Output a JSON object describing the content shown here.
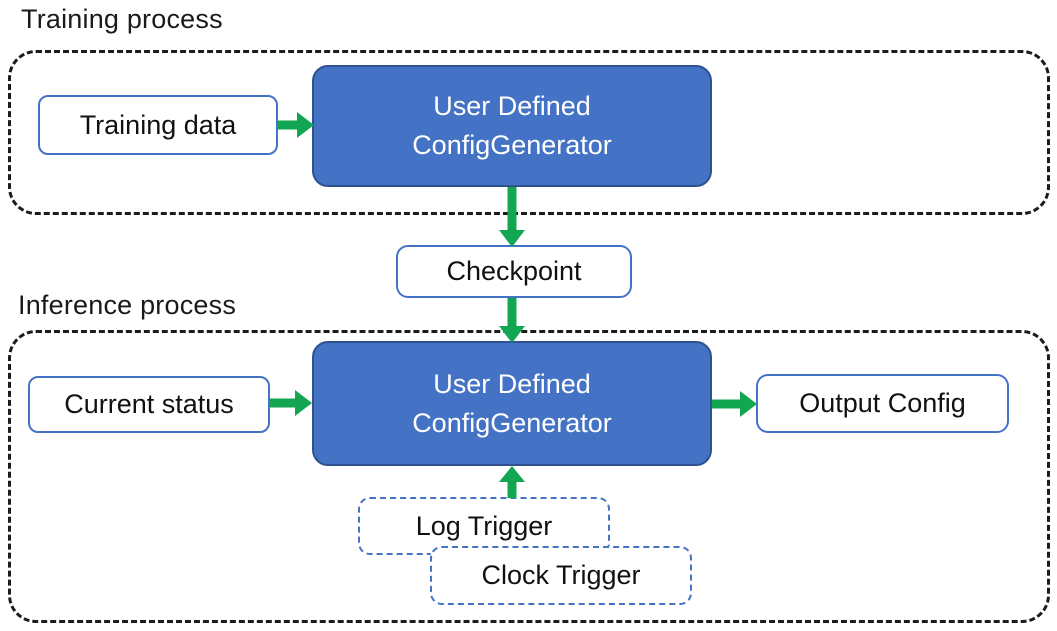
{
  "diagram": {
    "type": "flow-diagram",
    "colors": {
      "generator_fill": "#4472C4",
      "generator_border": "#2F528F",
      "white_box_border": "#4472C4",
      "trigger_dashed_border": "#4472C4",
      "container_dashed_border": "#1c1c1c",
      "arrow_green": "#12A653",
      "text_dark": "#111111",
      "text_light": "#FFFFFF"
    },
    "training": {
      "label": "Training process",
      "input_box": "Training data",
      "generator_line1": "User Defined",
      "generator_line2": "ConfigGenerator"
    },
    "checkpoint": {
      "label": "Checkpoint"
    },
    "inference": {
      "label": "Inference process",
      "input_box": "Current status",
      "generator_line1": "User Defined",
      "generator_line2": "ConfigGenerator",
      "output_box": "Output Config",
      "log_trigger": "Log Trigger",
      "clock_trigger": "Clock Trigger"
    },
    "flows": [
      "Training data -> User Defined ConfigGenerator (training)",
      "User Defined ConfigGenerator (training) -> Checkpoint",
      "Checkpoint -> User Defined ConfigGenerator (inference)",
      "Current status -> User Defined ConfigGenerator (inference)",
      "User Defined ConfigGenerator (inference) -> Output Config",
      "Log Trigger / Clock Trigger -> User Defined ConfigGenerator (inference)"
    ]
  }
}
